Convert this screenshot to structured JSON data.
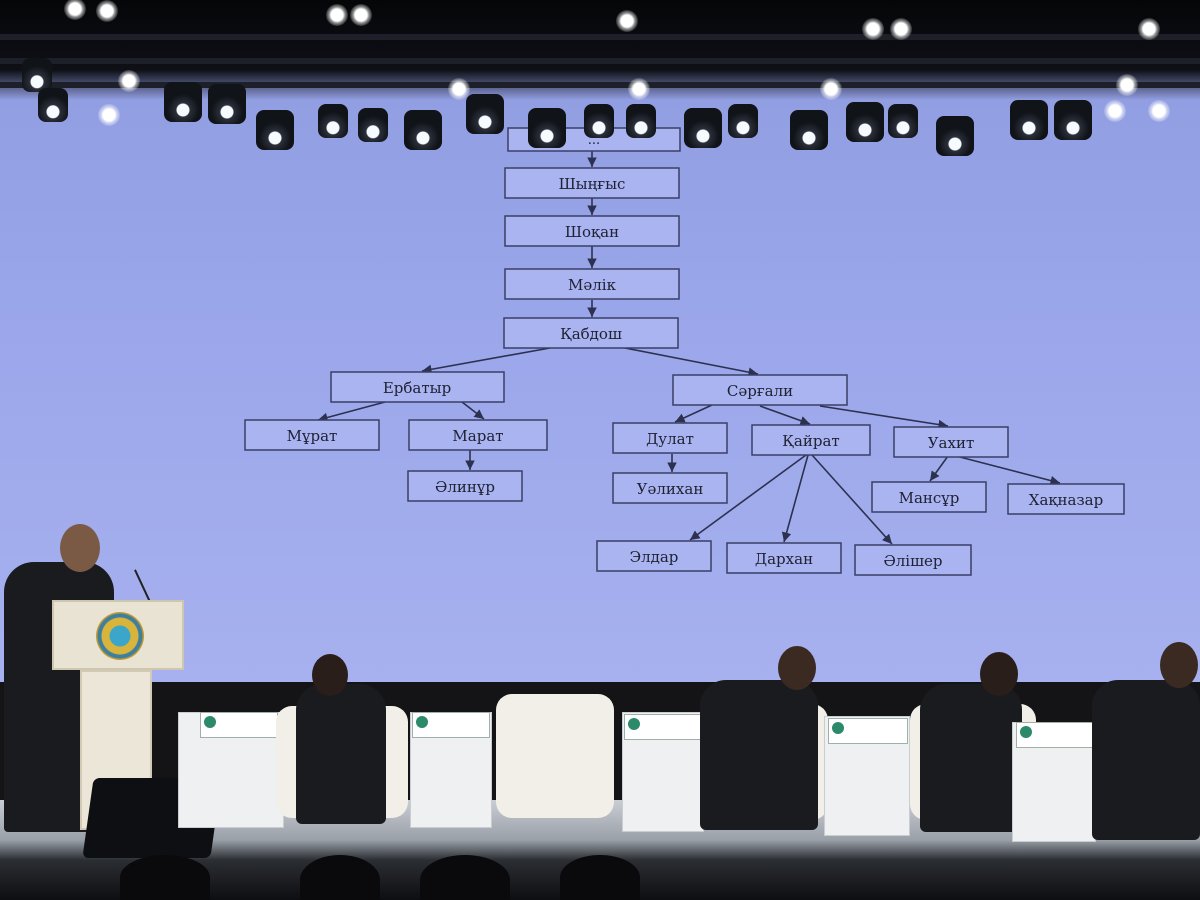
{
  "family_tree": {
    "root_partial": "...",
    "chain": [
      "Шыңғыс",
      "Шоқан",
      "Мәлік",
      "Қабдош"
    ],
    "branch_left": {
      "name": "Ербатыр",
      "children": [
        "Мұрат",
        "Марат"
      ],
      "grandchild": "Әлинұр"
    },
    "branch_right": {
      "name": "Сәрғали",
      "children": [
        "Дулат",
        "Қайрат",
        "Уахит"
      ],
      "dulat_child": "Уәлихан",
      "kairat_children": [
        "Элдар",
        "Дархан",
        "Әлішер"
      ],
      "uakhit_children": [
        "Мансұр",
        "Хақназар"
      ]
    }
  },
  "colors": {
    "screen": "#9aa6ea",
    "node_border": "#3b3f66",
    "node_fill": "#a9b4f1",
    "text": "#202233"
  },
  "scene": {
    "podium_emblem": "kazakhstan-emblem",
    "name_plates": 5
  }
}
